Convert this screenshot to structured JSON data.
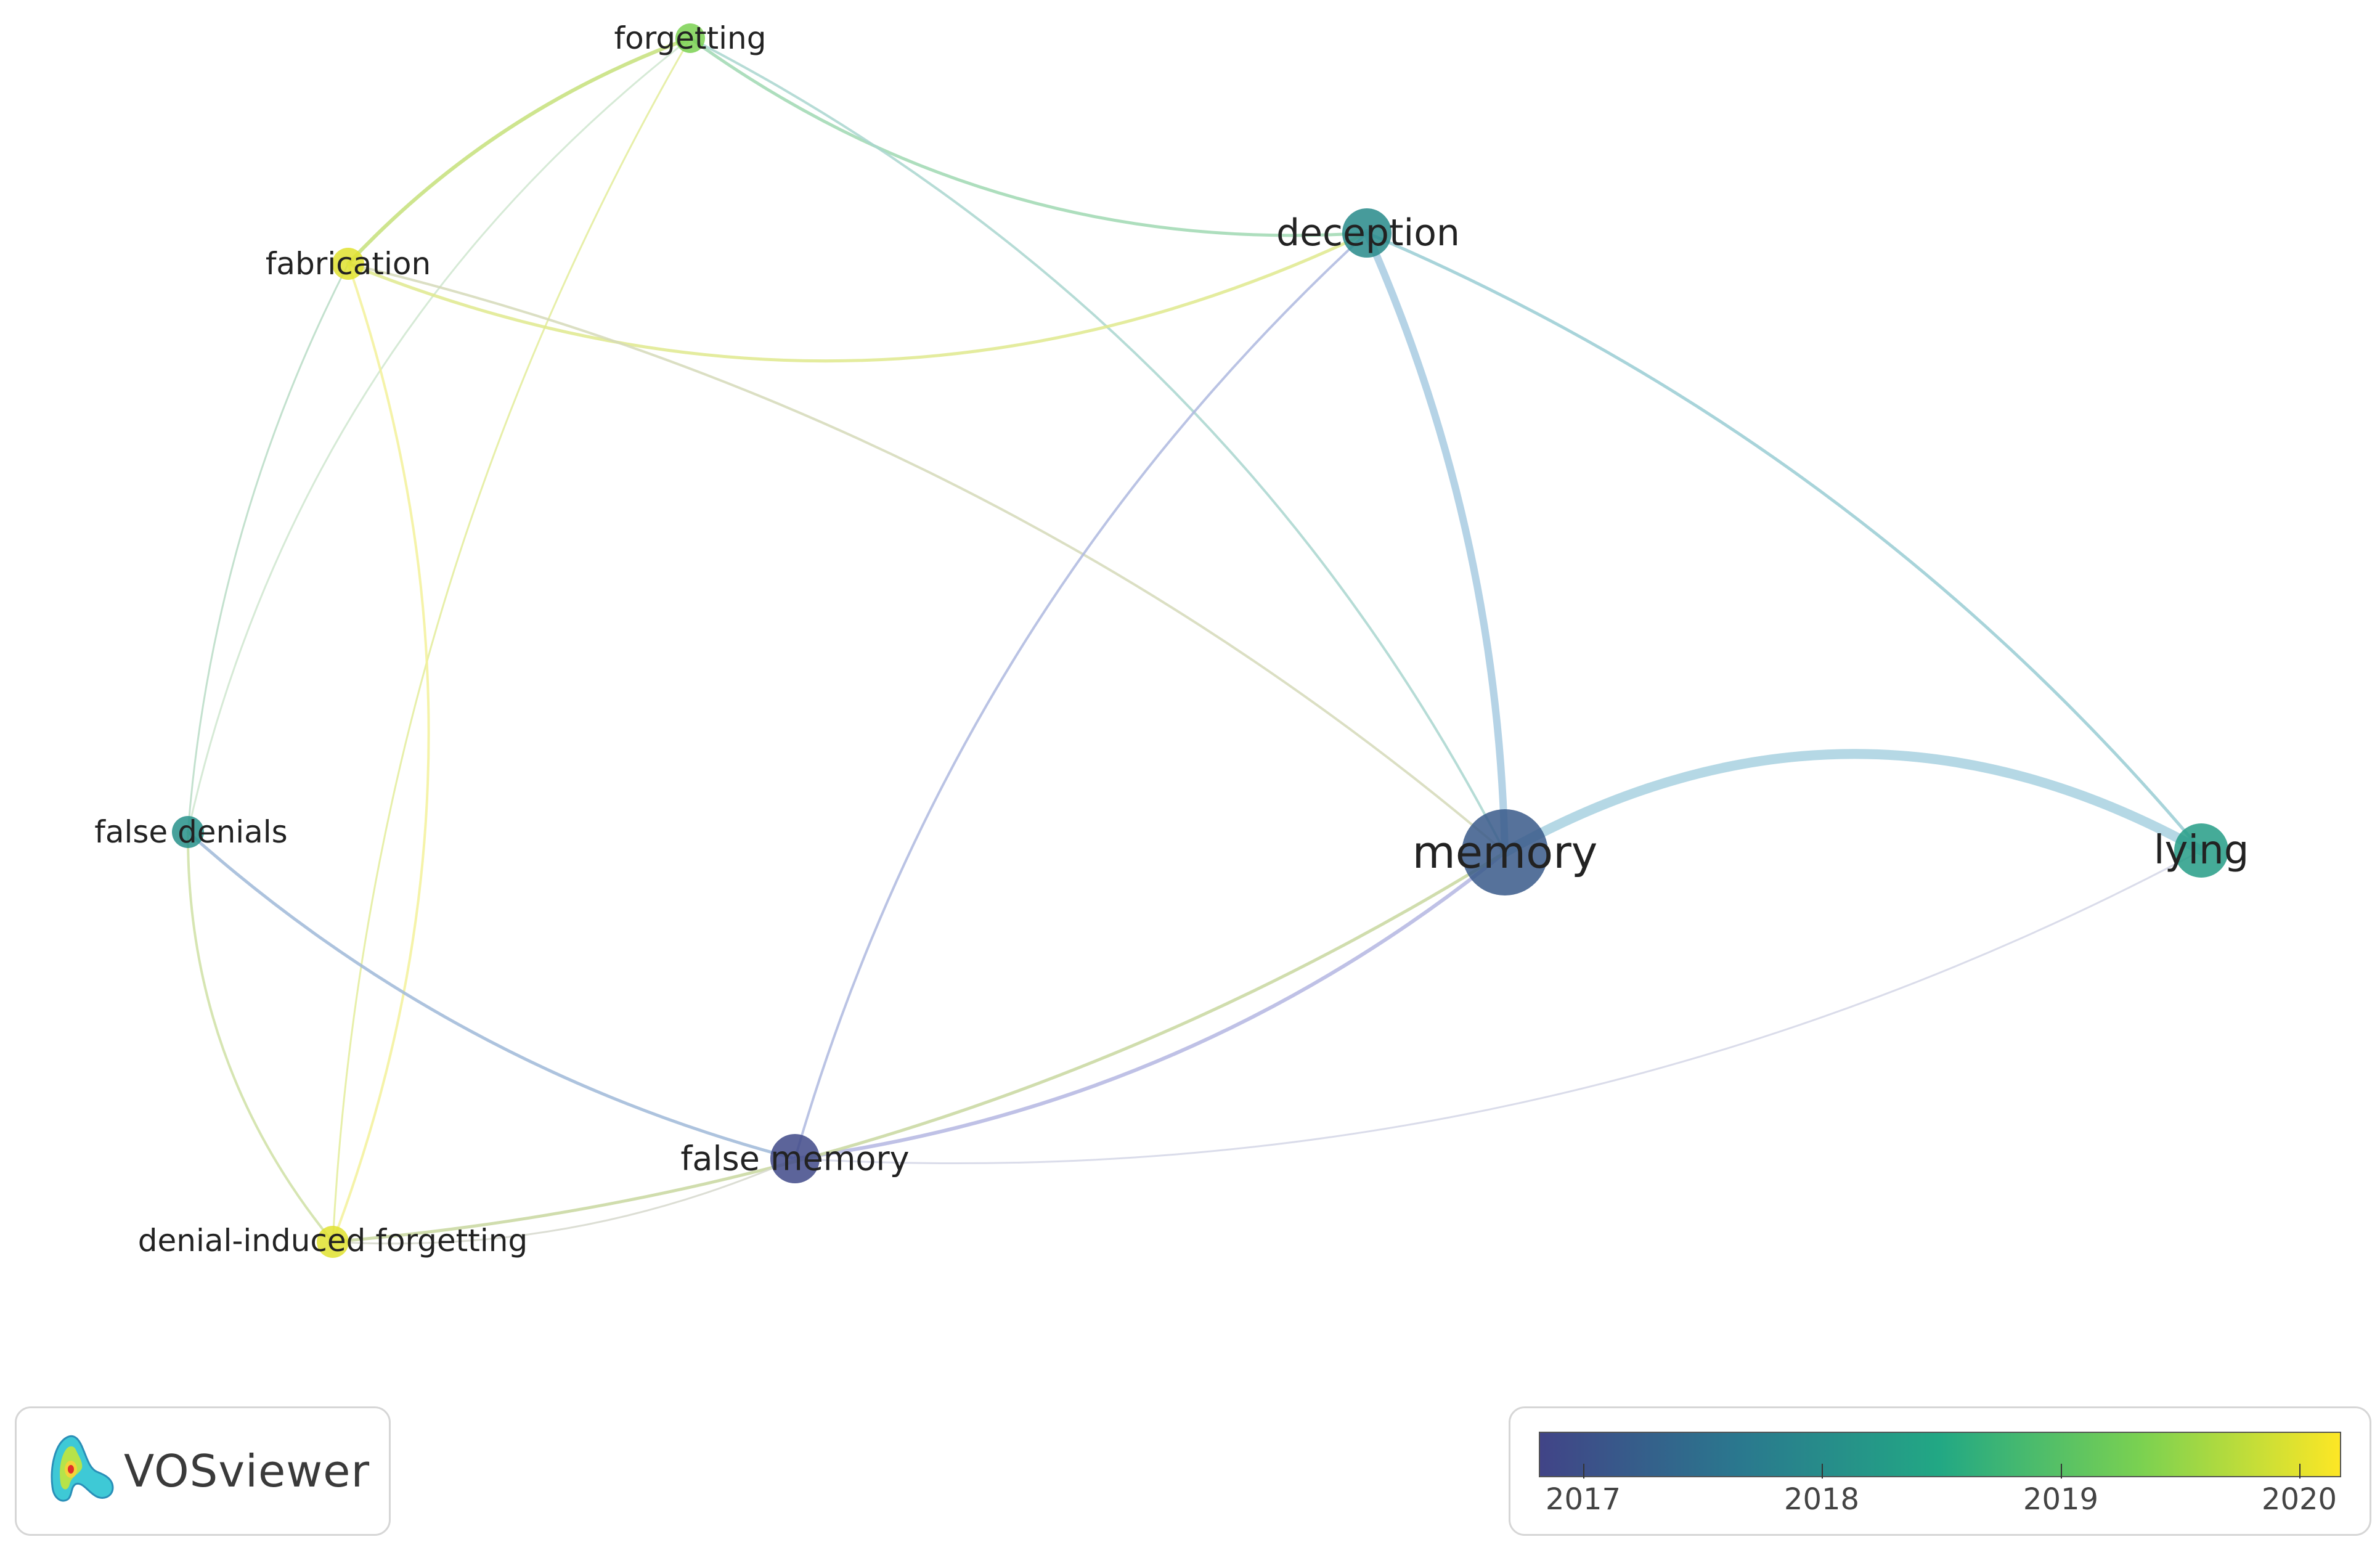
{
  "network": {
    "nodes": [
      {
        "id": "forgetting",
        "label": "forgetting",
        "year": 2019.3
      },
      {
        "id": "fabrication",
        "label": "fabrication",
        "year": 2020.0
      },
      {
        "id": "deception",
        "label": "deception",
        "year": 2018.1
      },
      {
        "id": "false-denials",
        "label": "false denials",
        "year": 2018.2
      },
      {
        "id": "memory",
        "label": "memory",
        "year": 2017.2
      },
      {
        "id": "lying",
        "label": "lying",
        "year": 2018.4
      },
      {
        "id": "false-memory",
        "label": "false memory",
        "year": 2016.9
      },
      {
        "id": "denial-induced-forgetting",
        "label": "denial-induced forgetting",
        "year": 2020.0
      }
    ],
    "links": [
      {
        "source": "forgetting",
        "target": "fabrication",
        "color": "#c6e07a"
      },
      {
        "source": "forgetting",
        "target": "deception",
        "color": "#9fd8b2"
      },
      {
        "source": "forgetting",
        "target": "memory",
        "color": "#a9d6cf"
      },
      {
        "source": "forgetting",
        "target": "false-denials",
        "color": "#cfe6cf"
      },
      {
        "source": "forgetting",
        "target": "denial-induced-forgetting",
        "color": "#e3ec9a"
      },
      {
        "source": "fabrication",
        "target": "deception",
        "color": "#dfe98d"
      },
      {
        "source": "fabrication",
        "target": "memory",
        "color": "#d5d9b8"
      },
      {
        "source": "fabrication",
        "target": "false-denials",
        "color": "#b9dcc6"
      },
      {
        "source": "fabrication",
        "target": "denial-induced-forgetting",
        "color": "#f3f19a"
      },
      {
        "source": "deception",
        "target": "memory",
        "color": "#a8cbe2"
      },
      {
        "source": "deception",
        "target": "lying",
        "color": "#99cdd3"
      },
      {
        "source": "deception",
        "target": "false-memory",
        "color": "#aeb8df"
      },
      {
        "source": "memory",
        "target": "lying",
        "color": "#a8d1e0"
      },
      {
        "source": "memory",
        "target": "false-memory",
        "color": "#b4b6e2"
      },
      {
        "source": "memory",
        "target": "denial-induced-forgetting",
        "color": "#c8d79f"
      },
      {
        "source": "false-denials",
        "target": "false-memory",
        "color": "#9fb9d8"
      },
      {
        "source": "false-denials",
        "target": "denial-induced-forgetting",
        "color": "#cfe0a4"
      },
      {
        "source": "false-memory",
        "target": "lying",
        "color": "#d4d6e6"
      },
      {
        "source": "false-memory",
        "target": "denial-induced-forgetting",
        "color": "#d6d8cc"
      }
    ]
  },
  "logo": {
    "text": "VOSviewer"
  },
  "legend": {
    "ticks": [
      "2017",
      "2018",
      "2019",
      "2020"
    ],
    "gradient": [
      "#414487",
      "#2a788e",
      "#22a884",
      "#7ad151",
      "#fde725"
    ]
  }
}
